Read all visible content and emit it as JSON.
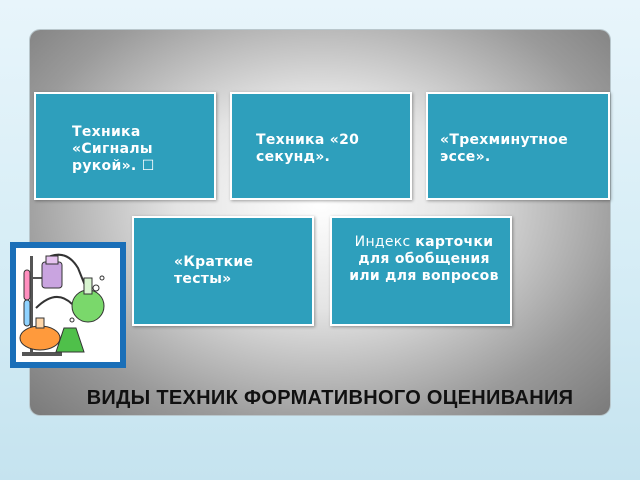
{
  "boxes": [
    {
      "text": "Техника «Сигналы рукой».  "
    },
    {
      "text": "Техника «20 секунд»."
    },
    {
      "text": "«Трехминутное эссе»."
    },
    {
      "text": "«Краткие тесты»"
    },
    {
      "prefix": "Индекс ",
      "bold": "карточки для обобщения или для вопросов"
    }
  ],
  "title": "ВИДЫ ТЕХНИК ФОРМАТИВНОГО ОЦЕНИВАНИЯ",
  "colors": {
    "box": "#2e9fbc",
    "frame_border": "#1a6fb8"
  },
  "illustration": "chemistry-lab-flasks"
}
